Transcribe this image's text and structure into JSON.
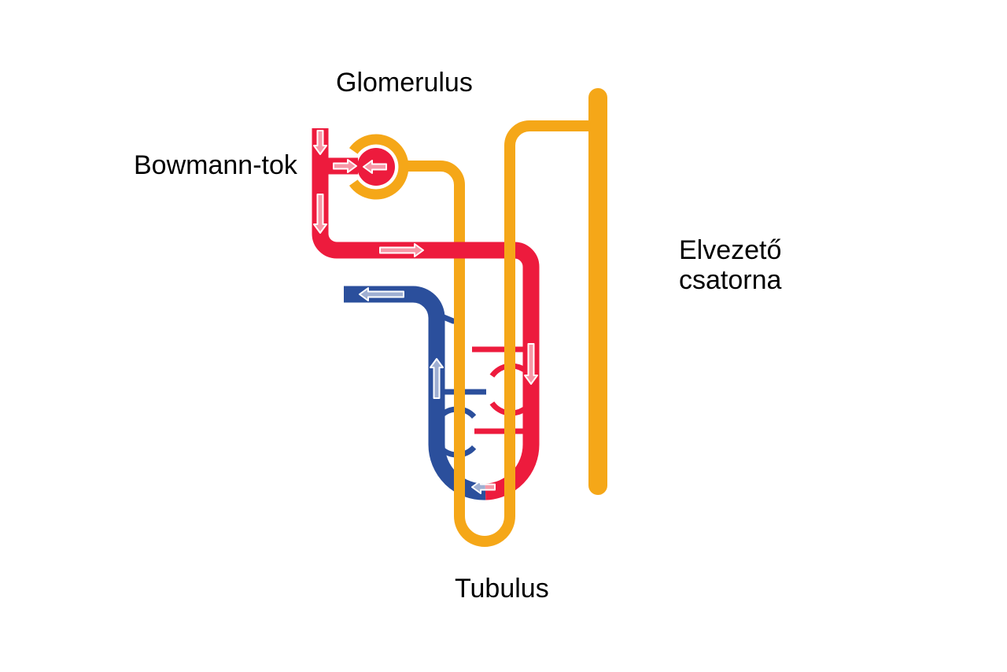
{
  "diagram": {
    "title_labels": {
      "glomerulus": "Glomerulus",
      "bowman_capsule": "Bowmann-tok",
      "collecting_duct_lines": [
        "Elvezető",
        "csatorna"
      ],
      "tubule": "Tubulus"
    },
    "colors": {
      "arterial_red": "#ed1b3d",
      "venous_blue": "#2b4f9c",
      "tubule_yellow": "#f5a718",
      "background": "#ffffff",
      "label_text": "#000000"
    }
  }
}
